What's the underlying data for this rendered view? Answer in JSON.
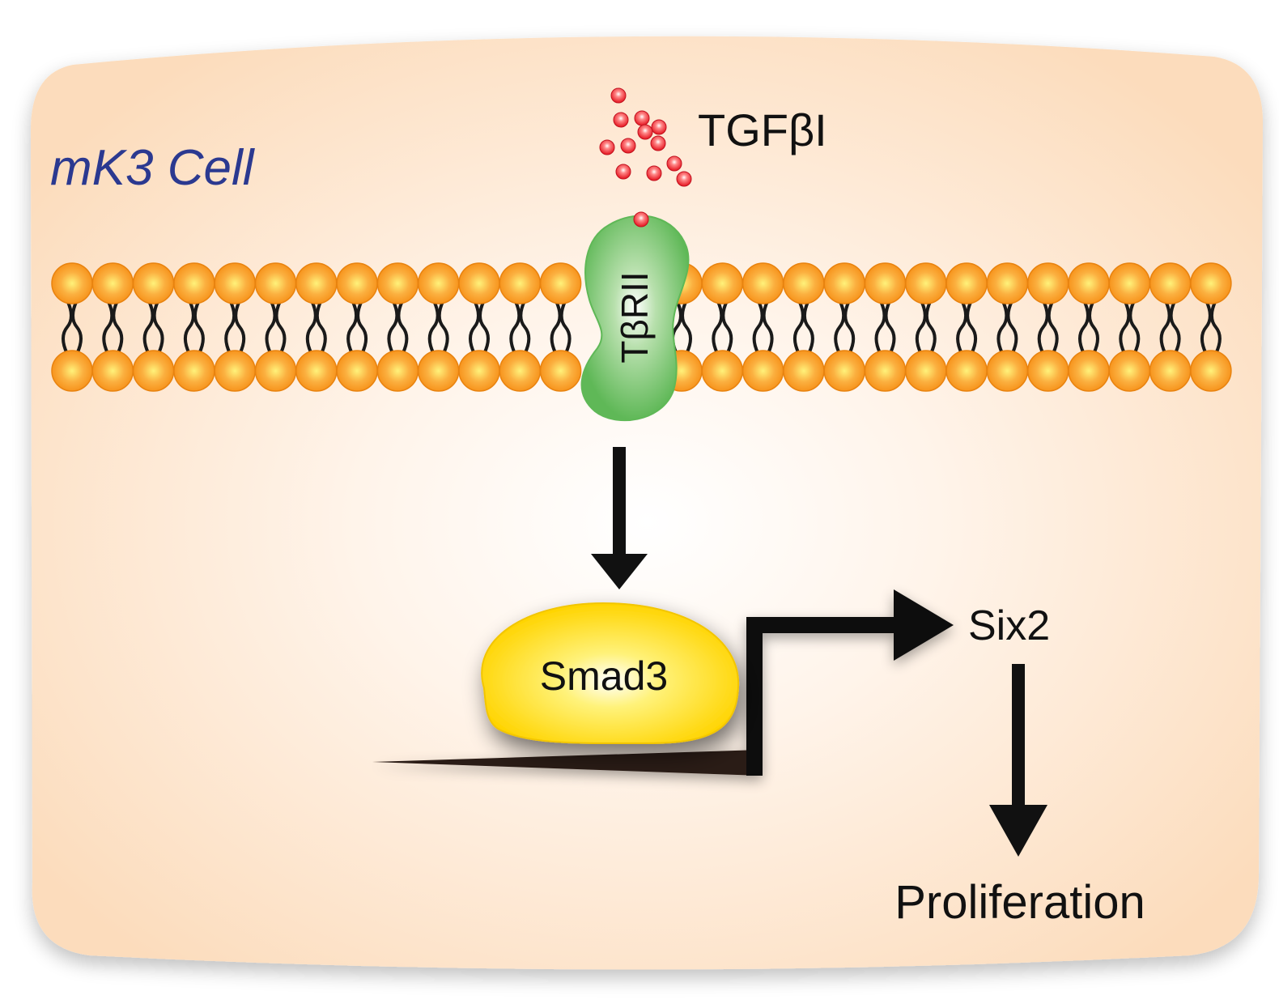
{
  "cell_label": "mK3 Cell",
  "ligand_label": "TGFβI",
  "receptor_label": "TβRII",
  "smad_label": "Smad3",
  "target_gene_label": "Six2",
  "outcome_label": "Proliferation",
  "colors": {
    "cell_fill": "#fde3c8",
    "cell_label": "#2b3990",
    "ligand": "#e8202a",
    "receptor": "#6cbf63",
    "lipid_head": "#f7941d",
    "lipid_head_center": "#ffe066",
    "smad": "#ffde17",
    "arrow": "#111111",
    "promoter": "#2a1a12"
  },
  "icons": {
    "ligand_particles": "red-sphere-icon",
    "lipid_bilayer": "phospholipid-bilayer-icon",
    "promoter": "wedge-promoter-icon"
  }
}
